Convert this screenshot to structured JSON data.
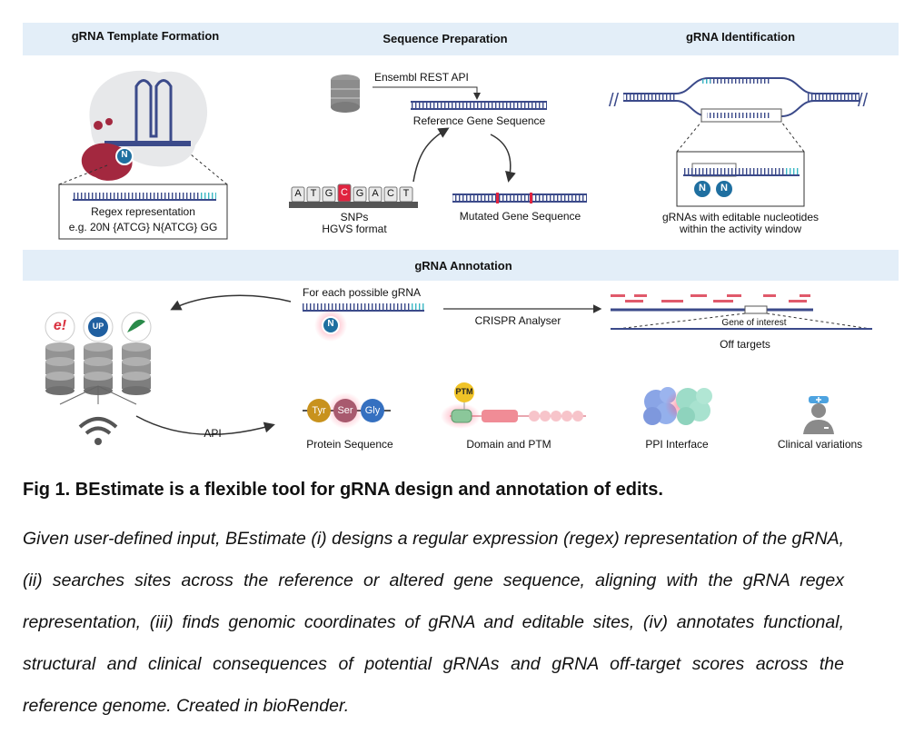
{
  "sections": {
    "template": "gRNA Template Formation",
    "sequence": "Sequence Preparation",
    "identification": "gRNA Identification",
    "annotation": "gRNA Annotation"
  },
  "template_panel": {
    "regex_label": "Regex representation",
    "regex_example": "e.g. 20N {ATCG} N{ATCG} GG",
    "n_badge": "N"
  },
  "sequence_panel": {
    "api_label": "Ensembl REST API",
    "reference_label": "Reference Gene Sequence",
    "snp_letters": [
      "A",
      "T",
      "G",
      "C",
      "G",
      "A",
      "C",
      "T"
    ],
    "snps_label": "SNPs",
    "hgvs_label": "HGVS format",
    "mutated_label": "Mutated Gene Sequence"
  },
  "identification_panel": {
    "caption_line1": "gRNAs with editable nucleotides",
    "caption_line2": "within the activity window",
    "badges": [
      "N",
      "N"
    ]
  },
  "annotation_panel": {
    "each_grna": "For each possible gRNA",
    "crispr": "CRISPR Analyser",
    "gene_of_interest": "Gene of interest",
    "off_targets": "Off targets",
    "api": "API",
    "db_icons": [
      "e!",
      "UP",
      ""
    ],
    "amino_acids": [
      "Tyr",
      "Ser",
      "Gly"
    ],
    "protein_sequence": "Protein Sequence",
    "ptm_badge": "PTM",
    "domain_ptm": "Domain and PTM",
    "ppi": "PPI Interface",
    "clinical": "Clinical variations",
    "n_badge": "N"
  },
  "caption": {
    "title": "Fig 1. BEstimate is a flexible tool for gRNA design and annotation of edits.",
    "body": "Given user-defined input, BEstimate (i) designs a regular expression (regex) representation of the gRNA, (ii) searches sites across the reference or altered gene sequence, aligning with the gRNA regex representation, (iii) finds genomic coordinates of gRNA and editable sites, (iv) annotates functional, structural and clinical consequences of potential gRNAs and gRNA off-target scores across the reference genome. Created in bioRender."
  }
}
